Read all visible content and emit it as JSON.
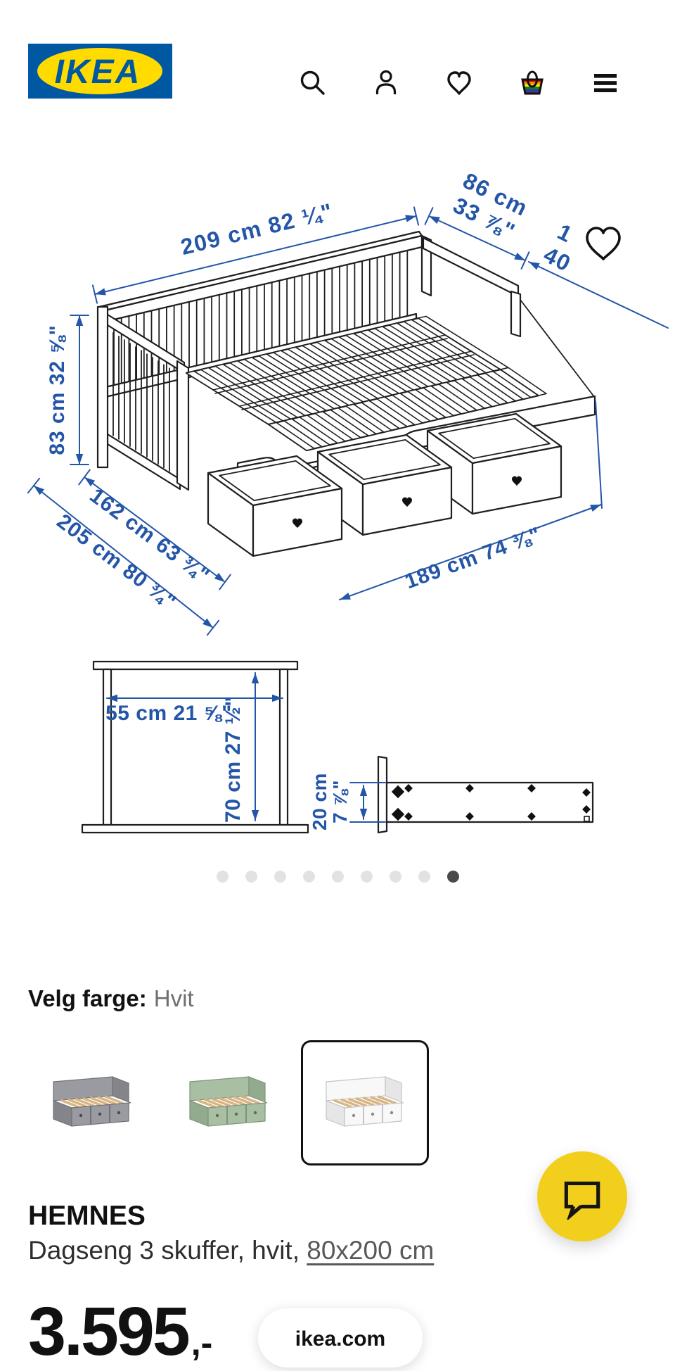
{
  "header": {
    "logo": "IKEA",
    "registered_mark": "®",
    "icons": [
      {
        "name": "search-icon"
      },
      {
        "name": "profile-icon"
      },
      {
        "name": "favorites-heart-icon"
      },
      {
        "name": "shopping-bag-icon"
      },
      {
        "name": "menu-icon"
      }
    ]
  },
  "image": {
    "favorite_icon": "heart-outline",
    "dimensions": {
      "length_top": "209 cm 82 ¼\"",
      "width_top_line1": "86 cm",
      "width_top_line2": "33 ⅞\"",
      "clipped_fragment_line1": "1",
      "clipped_fragment_line2": "40",
      "height_left": "83 cm 32 ⅝\"",
      "depth_extended": "162 cm 63 ¾\"",
      "depth_total": "205 cm 80 ¾\"",
      "front_length_bottom": "189 cm 74 ⅜\"",
      "front_view_width": "55 cm 21 ⅝\"",
      "front_view_height": "70 cm 27 ½\"",
      "drawer_height_line1": "20 cm",
      "drawer_height_line2": "7 ⅞\""
    }
  },
  "carousel": {
    "count": 9,
    "active_index": 8
  },
  "color_picker": {
    "label": "Velg farge:",
    "selected_value": "Hvit",
    "options": [
      {
        "name": "gray",
        "selected": false,
        "body": "#9a9ba0",
        "shade": "#84858a",
        "edge": "#707176",
        "knob": "#4a4a4e"
      },
      {
        "name": "green",
        "selected": false,
        "body": "#a9bfa3",
        "shade": "#92aa8d",
        "edge": "#7f9378",
        "knob": "#5d6e58"
      },
      {
        "name": "white",
        "selected": true,
        "body": "#f8f8f8",
        "shade": "#e6e6e6",
        "edge": "#c4c4c4",
        "knob": "#8a8a8a"
      }
    ],
    "slat_color": "#d8b482"
  },
  "product": {
    "brand": "HEMNES",
    "description_prefix": "Dagseng 3 skuffer, hvit, ",
    "description_link": "80x200 cm",
    "price_main": "3.595",
    "price_suffix": ",-"
  },
  "browser": {
    "url_pill": "ikea.com"
  },
  "chat": {
    "icon": "speech-bubble-icon"
  },
  "colors": {
    "ikea_blue": "#0058A3",
    "ikea_yellow": "#FFDB00",
    "dimension_blue": "#2456A8",
    "chat_yellow": "#F2CF1D",
    "dot_inactive": "#e2e2e2",
    "dot_active": "#4a4a4a",
    "pride": [
      "#E40303",
      "#FF8C00",
      "#FFED00",
      "#008026",
      "#24408E",
      "#732982"
    ]
  }
}
